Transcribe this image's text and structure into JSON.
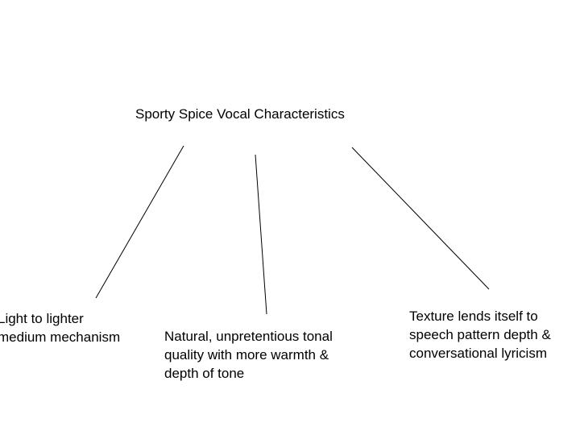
{
  "title": "Sporty Spice Vocal Characteristics",
  "nodes": [
    {
      "text": "Light to lighter\nmedium mechanism"
    },
    {
      "text": "Natural, unpretentious tonal\nquality with more warmth &\ndepth of tone"
    },
    {
      "text": "Texture lends itself to\nspeech pattern depth &\nconversational lyricism"
    }
  ]
}
